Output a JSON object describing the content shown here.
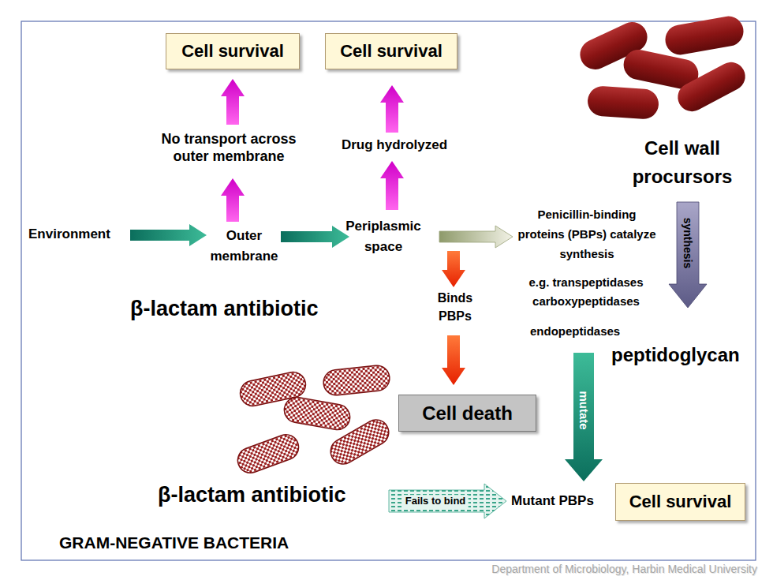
{
  "diagram": {
    "nodes": [
      {
        "text": [
          "Cell survival"
        ]
      },
      {
        "text": [
          "Cell survival"
        ]
      },
      {
        "text": [
          "Cell death"
        ]
      },
      {
        "text": [
          "Cell survival"
        ]
      }
    ],
    "labels": [
      "Environment",
      "No transport across outer membrane",
      "Drug hydrolyzed",
      "Outer membrane",
      "Periplasmic space",
      "β-lactam antibiotic",
      "Penicillin-binding proteins (PBPs) catalyze synthesis",
      "e.g. transpeptidases carboxypeptidases",
      "Binds PBPs",
      "endopeptidases",
      "Cell wall procursors",
      "synthesis",
      "peptidoglycan",
      "mutate",
      "β-lactam antibiotic",
      "Fails to bind",
      "Mutant PBPs",
      "GRAM-NEGATIVE BACTERIA",
      "Department of Microbiology, Harbin Medical University"
    ]
  }
}
